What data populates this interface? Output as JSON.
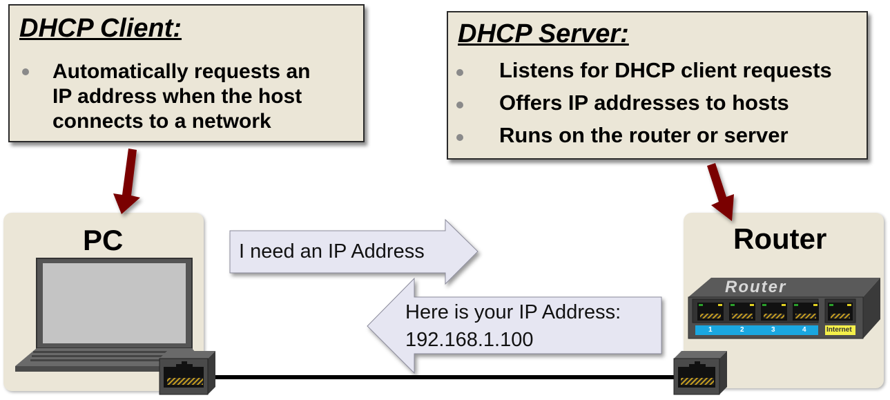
{
  "client_callout": {
    "title": "DHCP Client:",
    "bullets": [
      "Automatically requests an IP address when the host connects to a network"
    ],
    "lines": [
      "Automatically requests an",
      "IP address when the host",
      "connects to a network"
    ]
  },
  "server_callout": {
    "title": "DHCP Server:",
    "bullets": [
      "Listens for DHCP client requests",
      "Offers IP addresses to hosts",
      "Runs on the router or server"
    ]
  },
  "pc_panel": {
    "label": "PC"
  },
  "router_panel": {
    "label": "Router",
    "device_brand": "Router",
    "ports": [
      "1",
      "2",
      "3",
      "4"
    ],
    "wan_port": "Internet"
  },
  "messages": {
    "request": "I need an IP Address",
    "reply_line1": "Here is your IP Address:",
    "reply_line2": "192.168.1.100"
  },
  "colors": {
    "callout_bg": "#ebe6d7",
    "pointer_arrow": "#7a0000",
    "message_arrow_bg": "#e6e6f2",
    "lan_strip": "#1aa7e0",
    "wan_label": "#f5f04a",
    "cable": "#000000"
  }
}
